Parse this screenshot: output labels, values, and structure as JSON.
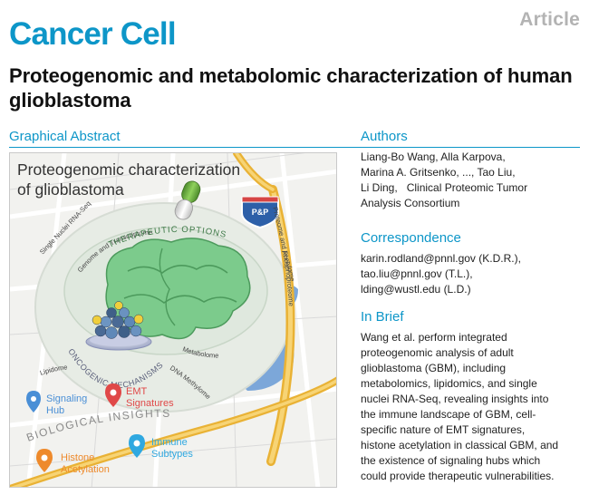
{
  "header": {
    "article_tag": "Article",
    "journal": "Cancer Cell",
    "title": "Proteogenomic and metabolomic characterization of human glioblastoma"
  },
  "graphical_abstract": {
    "heading": "Graphical Abstract",
    "figure_title_line1": "Proteogenomic characterization",
    "figure_title_line2": "of glioblastoma",
    "badge": "P&P",
    "roads": {
      "single_nuclei": "Single Nuclei RNA-Seq",
      "genome": "Genome and Transcriptome",
      "therapeutic": "THERAPEUTIC OPTIONS",
      "proteome": "Proteome and Phosphoproteome",
      "acetylome": "Acetylome",
      "oncogenic": "ONCOGENIC MECHANISMS",
      "lipidome": "Lipidome",
      "metabolome": "Metabolome",
      "dna_methylome": "DNA Methylome",
      "biological_insights": "BIOLOGICAL INSIGHTS"
    },
    "legend": [
      {
        "line1": "Signaling",
        "line2": "Hub",
        "color": "#4a8fd6"
      },
      {
        "line1": "EMT",
        "line2": "Signatures",
        "color": "#e04848"
      },
      {
        "line1": "Histone",
        "line2": "Acetylation",
        "color": "#ee8a2c"
      },
      {
        "line1": "Immune",
        "line2": "Subtypes",
        "color": "#2fa8e0"
      }
    ]
  },
  "authors": {
    "heading": "Authors",
    "lines": [
      "Liang-Bo Wang, Alla Karpova,",
      "Marina A. Gritsenko, ..., Tao Liu,",
      "Li Ding,   Clinical Proteomic Tumor",
      "Analysis Consortium"
    ]
  },
  "correspondence": {
    "heading": "Correspondence",
    "lines": [
      "karin.rodland@pnnl.gov (K.D.R.),",
      "tao.liu@pnnl.gov (T.L.),",
      "lding@wustl.edu (L.D.)"
    ]
  },
  "in_brief": {
    "heading": "In Brief",
    "lines": [
      "Wang et al. perform integrated",
      "proteogenomic analysis of adult",
      "glioblastoma (GBM), including",
      "metabolomics, lipidomics, and single",
      "nuclei RNA-Seq, revealing insights into",
      "the immune landscape of GBM, cell-",
      "specific nature of EMT signatures,",
      "histone acetylation in classical GBM, and",
      "the existence of signaling hubs which",
      "could provide therapeutic vulnerabilities."
    ]
  },
  "colors": {
    "accent": "#0d96c8",
    "article_tag": "#b3b3b3",
    "road_yellow": "#f2c247",
    "brain": "#79c98a",
    "water": "#6f9fd6",
    "badge": "#2d5fa8"
  }
}
